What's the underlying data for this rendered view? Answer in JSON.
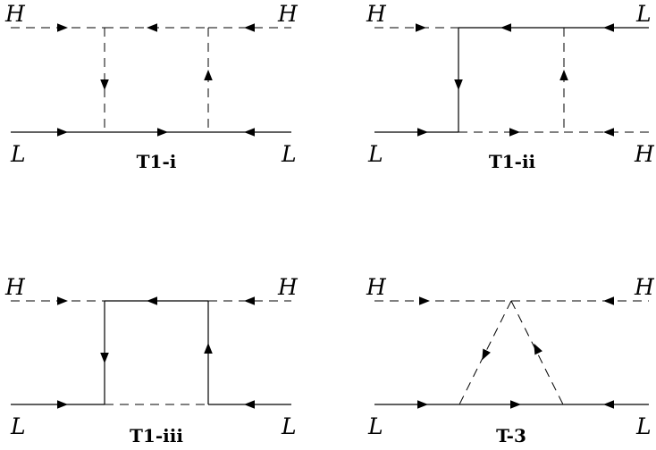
{
  "diagrams": [
    {
      "id": "t1-i",
      "caption": "T1-i",
      "labels": {
        "top_left": "H",
        "top_right": "H",
        "bottom_left": "L",
        "bottom_right": "L"
      },
      "lines": [
        {
          "from": "top-left",
          "to": "vertex-1-top",
          "style": "dashed",
          "arrow": "right"
        },
        {
          "from": "vertex-1-top",
          "to": "vertex-2-top",
          "style": "dashed",
          "arrow": "left"
        },
        {
          "from": "vertex-2-top",
          "to": "top-right",
          "style": "dashed",
          "arrow": "left"
        },
        {
          "from": "bottom-left",
          "to": "vertex-1-bottom",
          "style": "solid",
          "arrow": "right"
        },
        {
          "from": "vertex-1-bottom",
          "to": "vertex-2-bottom",
          "style": "solid",
          "arrow": "right"
        },
        {
          "from": "vertex-2-bottom",
          "to": "bottom-right",
          "style": "solid",
          "arrow": "left"
        },
        {
          "from": "vertex-1-top",
          "to": "vertex-1-bottom",
          "style": "dashed",
          "arrow": "down"
        },
        {
          "from": "vertex-2-top",
          "to": "vertex-2-bottom",
          "style": "dashed",
          "arrow": "up"
        }
      ]
    },
    {
      "id": "t1-ii",
      "caption": "T1-ii",
      "labels": {
        "top_left": "H",
        "top_right": "L",
        "bottom_left": "L",
        "bottom_right": "H"
      },
      "lines": [
        {
          "from": "top-left",
          "to": "vertex-1-top",
          "style": "dashed",
          "arrow": "right"
        },
        {
          "from": "vertex-1-top",
          "to": "vertex-2-top",
          "style": "solid",
          "arrow": "left"
        },
        {
          "from": "vertex-2-top",
          "to": "top-right",
          "style": "solid",
          "arrow": "left"
        },
        {
          "from": "bottom-left",
          "to": "vertex-1-bottom",
          "style": "solid",
          "arrow": "right"
        },
        {
          "from": "vertex-1-bottom",
          "to": "vertex-2-bottom",
          "style": "dashed",
          "arrow": "right"
        },
        {
          "from": "vertex-2-bottom",
          "to": "bottom-right",
          "style": "dashed",
          "arrow": "left"
        },
        {
          "from": "vertex-1-top",
          "to": "vertex-1-bottom",
          "style": "solid",
          "arrow": "down"
        },
        {
          "from": "vertex-2-top",
          "to": "vertex-2-bottom",
          "style": "dashed",
          "arrow": "up"
        }
      ]
    },
    {
      "id": "t1-iii",
      "caption": "T1-iii",
      "labels": {
        "top_left": "H",
        "top_right": "H",
        "bottom_left": "L",
        "bottom_right": "L"
      },
      "lines": [
        {
          "from": "top-left",
          "to": "vertex-1-top",
          "style": "dashed",
          "arrow": "right"
        },
        {
          "from": "vertex-1-top",
          "to": "vertex-2-top",
          "style": "solid",
          "arrow": "left"
        },
        {
          "from": "vertex-2-top",
          "to": "top-right",
          "style": "dashed",
          "arrow": "left"
        },
        {
          "from": "bottom-left",
          "to": "vertex-1-bottom",
          "style": "solid",
          "arrow": "right"
        },
        {
          "from": "vertex-1-bottom",
          "to": "vertex-2-bottom",
          "style": "dashed",
          "arrow": "none"
        },
        {
          "from": "vertex-2-bottom",
          "to": "bottom-right",
          "style": "solid",
          "arrow": "left"
        },
        {
          "from": "vertex-1-top",
          "to": "vertex-1-bottom",
          "style": "solid",
          "arrow": "down"
        },
        {
          "from": "vertex-2-top",
          "to": "vertex-2-bottom",
          "style": "solid",
          "arrow": "up"
        }
      ]
    },
    {
      "id": "t-3",
      "caption": "T-3",
      "labels": {
        "top_left": "H",
        "top_right": "H",
        "bottom_left": "L",
        "bottom_right": "L"
      },
      "lines": [
        {
          "from": "top-left",
          "to": "apex",
          "style": "dashed",
          "arrow": "right"
        },
        {
          "from": "apex",
          "to": "top-right",
          "style": "dashed",
          "arrow": "left"
        },
        {
          "from": "bottom-left",
          "to": "vertex-1-bottom",
          "style": "solid",
          "arrow": "right"
        },
        {
          "from": "vertex-1-bottom",
          "to": "vertex-2-bottom",
          "style": "solid",
          "arrow": "right"
        },
        {
          "from": "vertex-2-bottom",
          "to": "bottom-right",
          "style": "solid",
          "arrow": "left"
        },
        {
          "from": "apex",
          "to": "vertex-1-bottom",
          "style": "dashed",
          "arrow": "down-left"
        },
        {
          "from": "vertex-2-bottom",
          "to": "apex",
          "style": "dashed",
          "arrow": "up-left"
        }
      ]
    }
  ]
}
